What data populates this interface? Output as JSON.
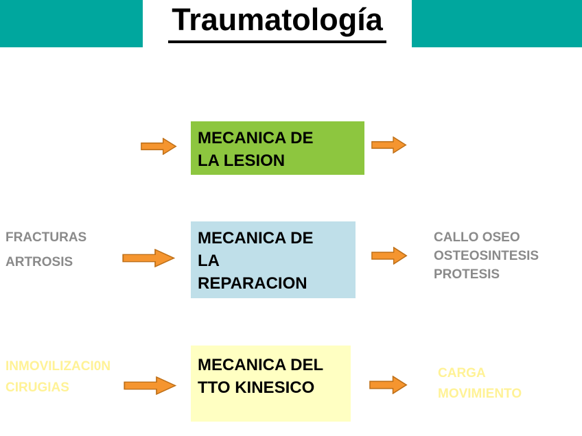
{
  "title": "Traumatología",
  "colors": {
    "banner_teal": "#00A79E",
    "lesion_box_green": "#8DC63F",
    "reparacion_box_blue": "#BFDFE9",
    "kinesico_box_yellow": "#FFFFC2",
    "arrow_orange": "#F5952F",
    "arrow_outline": "#BE6F17",
    "side_text_gray": "#8A8A8A",
    "side_text_pale_yellow": "#FFF296",
    "title_text": "#000000"
  },
  "diagram": {
    "rows": [
      {
        "box": {
          "lines": [
            "MECANICA DE",
            "LA LESION"
          ],
          "color": "#8DC63F"
        },
        "left": {
          "lines": []
        },
        "right": {
          "lines": []
        }
      },
      {
        "box": {
          "lines": [
            "MECANICA DE",
            "LA",
            "REPARACION"
          ],
          "color": "#BFDFE9"
        },
        "left": {
          "lines": [
            "FRACTURAS",
            "ARTROSIS"
          ]
        },
        "right": {
          "lines": [
            "CALLO OSEO",
            "OSTEOSINTESIS",
            "PROTESIS"
          ]
        }
      },
      {
        "box": {
          "lines": [
            "MECANICA DEL",
            "TTO KINESICO"
          ],
          "color": "#FFFFC2"
        },
        "left": {
          "lines": [
            "INMOVILIZACI0N",
            "CIRUGIAS"
          ]
        },
        "right": {
          "lines": [
            "CARGA",
            "MOVIMIENTO"
          ]
        }
      }
    ]
  }
}
